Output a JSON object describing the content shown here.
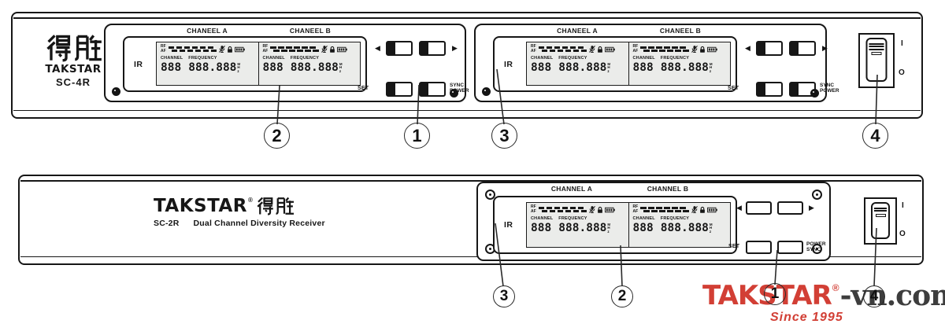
{
  "top_panel": {
    "logo_cn": "得胜",
    "logo_en": "TAKSTAR",
    "model": "SC-4R",
    "channel_a_label": "CHANEEL A",
    "channel_b_label": "CHANEEL B",
    "left_arrow": "◀",
    "right_arrow": "▶",
    "set_label": "SET",
    "sync_power_line1": "SYNC",
    "sync_power_line2": "POWER",
    "power_on": "I",
    "power_off": "O"
  },
  "bottom_panel": {
    "logo_en": "TAKSTAR",
    "logo_reg": "®",
    "logo_cn": "得胜",
    "model": "SC-2R",
    "subtitle": "Dual Channel Diversity Receiver",
    "channel_a_label": "CHANNEL A",
    "channel_b_label": "CHANNEL B",
    "left_arrow": "◀",
    "right_arrow": "▶",
    "set_label": "SET",
    "power_sync_line1": "POWER",
    "power_sync_line2": "SYNC",
    "power_on": "I",
    "power_off": "O"
  },
  "display": {
    "ir_label": "IR",
    "rf_label": "RF",
    "af_label": "AF",
    "channel_label": "CHANNEL",
    "channel_value": "888",
    "frequency_label": "FREQUENCY",
    "frequency_value": "888.888",
    "unit_m": "M",
    "unit_h": "H",
    "unit_z": "z",
    "icons": [
      "mic-mute-icon",
      "lock-icon",
      "battery-icon"
    ]
  },
  "callouts": {
    "n1": "1",
    "n2": "2",
    "n3": "3",
    "n4": "4"
  },
  "watermark": {
    "brand": "TAKSTAR",
    "reg": "®",
    "suffix": "-vn.com",
    "tagline": "Since 1995",
    "brand_color": "#d23f35",
    "suffix_color": "#3d3d3d"
  }
}
